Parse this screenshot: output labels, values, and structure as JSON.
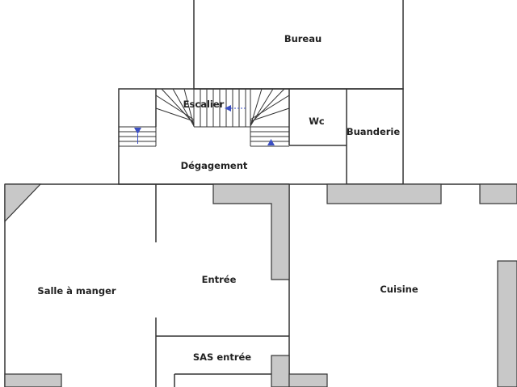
{
  "plan": {
    "rooms": {
      "bureau": "Bureau",
      "escalier": "Escalier",
      "wc": "Wc",
      "buanderie": "Buanderie",
      "degagement": "Dégagement",
      "salle_a_manger": "Salle à manger",
      "entree": "Entrée",
      "cuisine": "Cuisine",
      "sas_entree": "SAS entrée"
    },
    "colors": {
      "wall": "#333333",
      "fill": "#c8c8c8",
      "arrow": "#3b4fc4"
    }
  }
}
